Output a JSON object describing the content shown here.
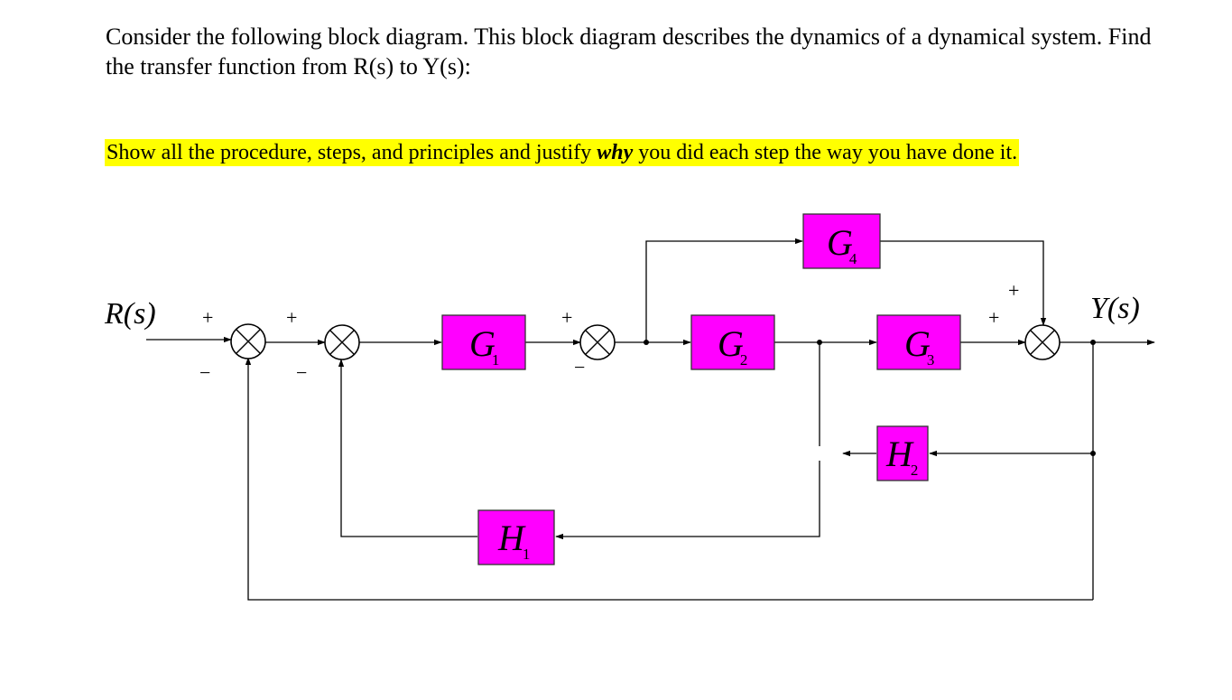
{
  "question": {
    "text": "Consider the following block diagram. This block diagram describes the dynamics of a dynamical system. Find the transfer function from R(s) to Y(s):"
  },
  "instruction": {
    "before": "Show all the procedure, steps, and principles and justify ",
    "emphasis": "why",
    "after": " you did each step the way you have done it.",
    "highlight_color": "#ffff00"
  },
  "diagram": {
    "block_color": "#ff00ff",
    "input_label": "R(s)",
    "output_label": "Y(s)",
    "blocks": {
      "G1": {
        "glyph": "G",
        "sub": "1"
      },
      "G2": {
        "glyph": "G",
        "sub": "2"
      },
      "G3": {
        "glyph": "G",
        "sub": "3"
      },
      "G4": {
        "glyph": "G",
        "sub": "4"
      },
      "H1": {
        "glyph": "H",
        "sub": "1"
      },
      "H2": {
        "glyph": "H",
        "sub": "2"
      }
    },
    "signs": {
      "s1_plus": "+",
      "s1_minus": "−",
      "s2_plus": "+",
      "s2_minus": "−",
      "s3_plus": "+",
      "s3_minus": "−",
      "s4_plus_left": "+",
      "s4_plus_top": "+"
    }
  }
}
